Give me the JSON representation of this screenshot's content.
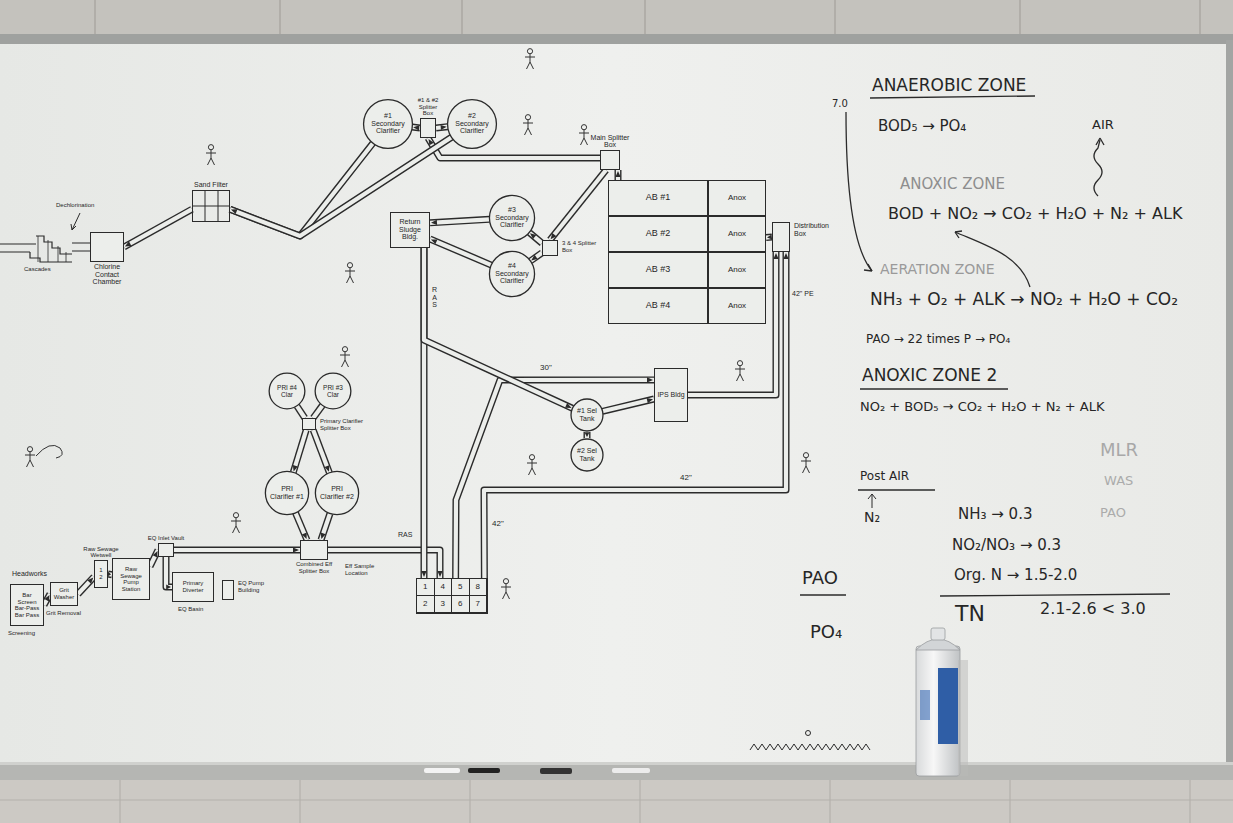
{
  "diagram": {
    "nodes": [
      {
        "text": [
          "Chlorine Contact Chamber"
        ]
      },
      {
        "text": [
          "Sand Filter"
        ]
      },
      {
        "text": [
          "#1 Secondary Clarifier"
        ]
      },
      {
        "text": [
          "#2 Secondary Clarifier"
        ]
      },
      {
        "text": [
          "#1 & #2 Splitter Box"
        ]
      },
      {
        "text": [
          "Return Sludge Bldg."
        ]
      },
      {
        "text": [
          "#3 Secondary Clarifier"
        ]
      },
      {
        "text": [
          "#4 Secondary Clarifier"
        ]
      },
      {
        "text": [
          "3 & 4 Splitter Box"
        ]
      },
      {
        "text": [
          "Main Splitter Box"
        ]
      },
      {
        "text": [
          "AB #1"
        ]
      },
      {
        "text": [
          "Anox"
        ]
      },
      {
        "text": [
          "AB #2"
        ]
      },
      {
        "text": [
          "Anox"
        ]
      },
      {
        "text": [
          "AB #3"
        ]
      },
      {
        "text": [
          "Anox"
        ]
      },
      {
        "text": [
          "AB #4"
        ]
      },
      {
        "text": [
          "Anox"
        ]
      },
      {
        "text": [
          "Distribution Box"
        ]
      },
      {
        "text": [
          "IPS Bldg"
        ]
      },
      {
        "text": [
          "#1 Sel Tank"
        ]
      },
      {
        "text": [
          "#2 Sel Tank"
        ]
      },
      {
        "text": [
          "PRI #4 Clar"
        ]
      },
      {
        "text": [
          "PRI #3 Clar"
        ]
      },
      {
        "text": [
          "Primary Clarifier Splitter Box"
        ]
      },
      {
        "text": [
          "PRI Clarifier #1"
        ]
      },
      {
        "text": [
          "PRI Clarifier #2"
        ]
      },
      {
        "text": [
          "Combined Eff Splitter Box"
        ]
      },
      {
        "text": [
          "1",
          "4",
          "5",
          "8",
          "2",
          "3",
          "6",
          "7"
        ]
      },
      {
        "text": [
          "Bar Screen Bar-Pass Bar Pass"
        ]
      },
      {
        "text": [
          "Grit Washer"
        ]
      },
      {
        "text": [
          "Raw Sewage Wetwell",
          "1",
          "2"
        ]
      },
      {
        "text": [
          "Raw Sewage Pump Station"
        ]
      },
      {
        "text": [
          "EQ Inlet Vault"
        ]
      },
      {
        "text": [
          "Primary Diverter"
        ]
      },
      {
        "text": [
          "EQ Pump Building"
        ]
      }
    ],
    "edges": [
      {
        "from": 29,
        "to": 30,
        "arrow": "to"
      },
      {
        "from": 30,
        "to": 31,
        "arrow": "to"
      },
      {
        "from": 31,
        "to": 32,
        "arrow": "to"
      },
      {
        "from": 32,
        "to": 33,
        "arrow": "to"
      },
      {
        "from": 33,
        "to": 34,
        "arrow": "to"
      },
      {
        "from": 33,
        "to": 27,
        "arrow": "to"
      },
      {
        "from": 24,
        "to": 22,
        "arrow": "none"
      },
      {
        "from": 24,
        "to": 23,
        "arrow": "none"
      },
      {
        "from": 24,
        "to": 25,
        "arrow": "to"
      },
      {
        "from": 24,
        "to": 26,
        "arrow": "to"
      },
      {
        "from": 25,
        "to": 27,
        "arrow": "to"
      },
      {
        "from": 26,
        "to": 27,
        "arrow": "to"
      },
      {
        "from": 27,
        "to": 28,
        "arrow": "to"
      },
      {
        "from": 28,
        "to": 19,
        "arrow": "to"
      },
      {
        "from": 28,
        "to": 18,
        "arrow": "to"
      },
      {
        "from": 19,
        "to": 18,
        "arrow": "to"
      },
      {
        "from": 18,
        "to": 13,
        "arrow": "to"
      },
      {
        "from": 10,
        "to": 9,
        "arrow": "to"
      },
      {
        "from": 9,
        "to": 4,
        "arrow": "to"
      },
      {
        "from": 9,
        "to": 8,
        "arrow": "to"
      },
      {
        "from": 4,
        "to": 2,
        "arrow": "to"
      },
      {
        "from": 4,
        "to": 3,
        "arrow": "to"
      },
      {
        "from": 8,
        "to": 6,
        "arrow": "to"
      },
      {
        "from": 8,
        "to": 7,
        "arrow": "to"
      },
      {
        "from": 6,
        "to": 5,
        "arrow": "to"
      },
      {
        "from": 7,
        "to": 5,
        "arrow": "to"
      },
      {
        "from": 2,
        "to": 1,
        "arrow": "to"
      },
      {
        "from": 3,
        "to": 1,
        "arrow": "to"
      },
      {
        "from": 1,
        "to": 0,
        "arrow": "to"
      },
      {
        "from": 5,
        "to": 28,
        "arrow": "to"
      },
      {
        "from": 5,
        "to": 20,
        "arrow": "to"
      },
      {
        "from": 20,
        "to": 21,
        "arrow": "to"
      },
      {
        "from": 20,
        "to": 19,
        "arrow": "to"
      }
    ],
    "labels": [
      "Cascades",
      "Dechlorination",
      "RAS",
      "30\"",
      "42\"",
      "42\"",
      "42\" PE",
      "RAS",
      "Headworks",
      "Screening",
      "Grit Removal",
      "EQ Basin",
      "Eff Sample Location",
      "7.0",
      "ANAEROBIC ZONE",
      "BOD₅ → PO₄",
      "AIR",
      "ANOXIC ZONE",
      "BOD + NO₂ → CO₂ + H₂O + N₂ + ALK",
      "AERATION ZONE",
      "NH₃ + O₂ + ALK → NO₂ + H₂O + CO₂",
      "PAO → 22 times P → PO₄",
      "ANOXIC ZONE 2",
      "NO₂ + BOD₅ → CO₂ + H₂O + N₂ + ALK",
      "Post AIR",
      "N₂",
      "MLR",
      "WAS",
      "PAO",
      "NH₃ → 0.3",
      "NO₂/NO₃ → 0.3",
      "Org. N → 1.5-2.0",
      "TN",
      "2.1-2.6 < 3.0",
      "PAO",
      "PO₄"
    ]
  }
}
